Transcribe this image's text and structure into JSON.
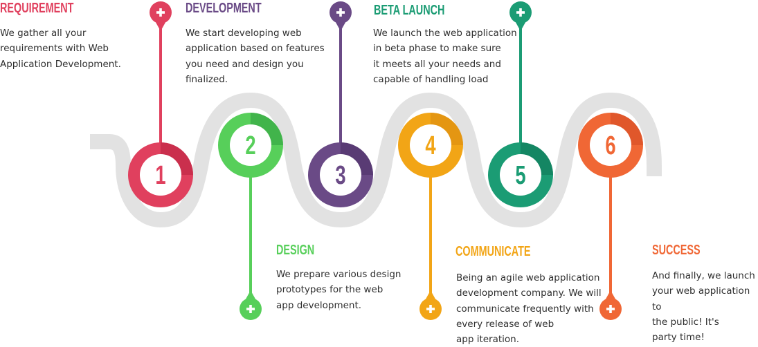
{
  "steps": [
    {
      "number": "1",
      "title": "REQUIREMENT",
      "description": "We gather all your\nrequirements with Web\nApplication Development.",
      "color": "#e0405e",
      "color_dark": "#b8203f"
    },
    {
      "number": "2",
      "title": "DESIGN",
      "description": "We prepare various design\nprototypes for the web\napp development.",
      "color": "#57cf5a",
      "color_dark": "#2f9e3f"
    },
    {
      "number": "3",
      "title": "DEVELOPMENT",
      "description": "We start developing web\napplication based on features\nyou need and design you\nfinalized.",
      "color": "#6a4a86",
      "color_dark": "#4a2f66"
    },
    {
      "number": "4",
      "title": "COMMUNICATE",
      "description": "Being an agile web application\ndevelopment company. We will\ncommunicate frequently with\nevery release of web\napp iteration.",
      "color": "#f2a516",
      "color_dark": "#d98a10"
    },
    {
      "number": "5",
      "title": "BETA LAUNCH",
      "description": "We launch the web application\nin beta phase to make sure\nit meets all your needs and\ncapable of handling load",
      "color": "#1b9c74",
      "color_dark": "#0f7556"
    },
    {
      "number": "6",
      "title": "SUCCESS",
      "description": "And finally, we launch\nyour web application to\nthe public! It's\nparty time!",
      "color": "#f06735",
      "color_dark": "#d44a22"
    }
  ],
  "plus_icon": "plus-icon",
  "track_color": "#e2e2e2",
  "number_color_face": "#ffffff"
}
